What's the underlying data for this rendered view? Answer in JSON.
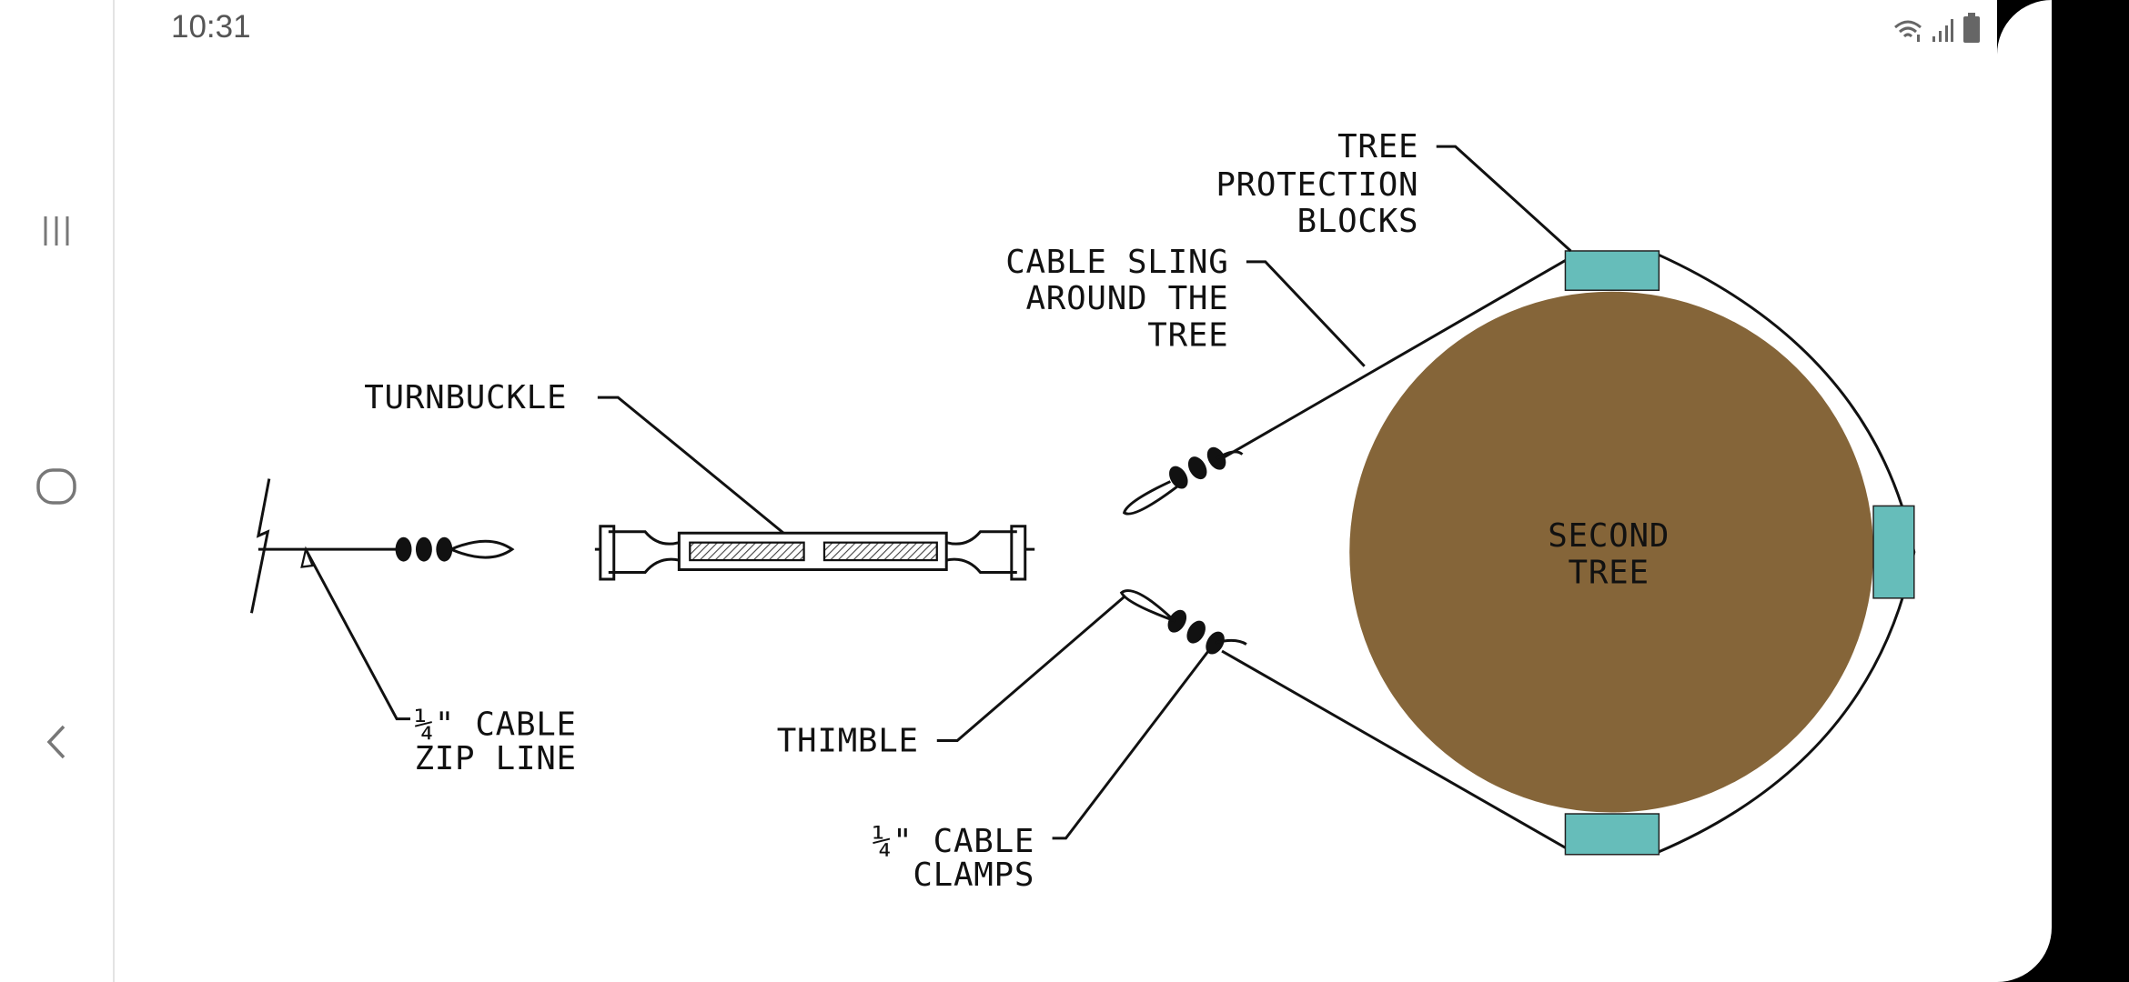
{
  "status_bar": {
    "time": "10:31",
    "icons": [
      "wifi-icon",
      "signal-icon",
      "battery-icon"
    ]
  },
  "nav_bar": {
    "recents": "recents-icon",
    "home": "home-icon",
    "back": "back-icon"
  },
  "diagram": {
    "colors": {
      "tree": "#856539",
      "block": "#66bdba",
      "line": "#111111"
    },
    "labels": {
      "zip_line_1": "¼\" CABLE",
      "zip_line_2": "ZIP LINE",
      "turnbuckle": "TURNBUCKLE",
      "cable_sling_1": "CABLE SLING",
      "cable_sling_2": "AROUND THE",
      "cable_sling_3": "TREE",
      "protection_1": "TREE",
      "protection_2": "PROTECTION",
      "protection_3": "BLOCKS",
      "thimble": "THIMBLE",
      "clamps_1": "¼\" CABLE",
      "clamps_2": "CLAMPS",
      "second_tree_1": "SECOND",
      "second_tree_2": "TREE"
    }
  }
}
